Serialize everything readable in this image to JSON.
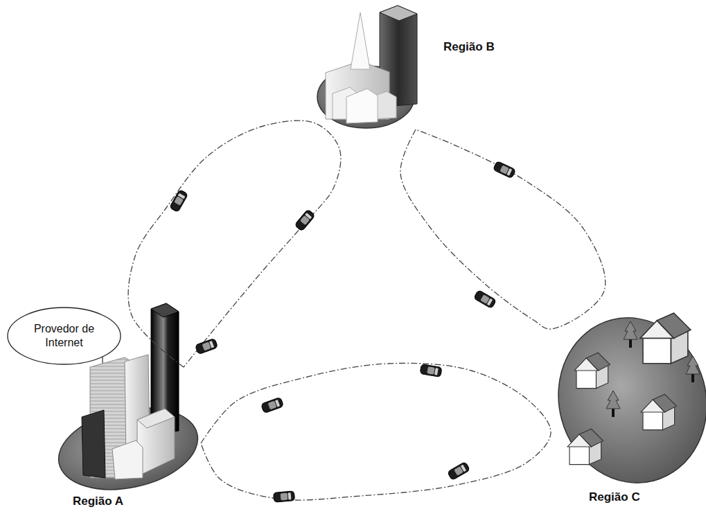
{
  "diagram": {
    "nodes": [
      {
        "text": [
          "Região B"
        ]
      },
      {
        "text": [
          "Provedor de Internet"
        ]
      },
      {
        "text": [
          "Região A"
        ]
      },
      {
        "text": [
          "Região C"
        ]
      }
    ],
    "edges": [
      {
        "from": 2,
        "to": 0,
        "arrow": "none"
      },
      {
        "from": 0,
        "to": 3,
        "arrow": "none"
      },
      {
        "from": 2,
        "to": 3,
        "arrow": "none"
      }
    ]
  }
}
